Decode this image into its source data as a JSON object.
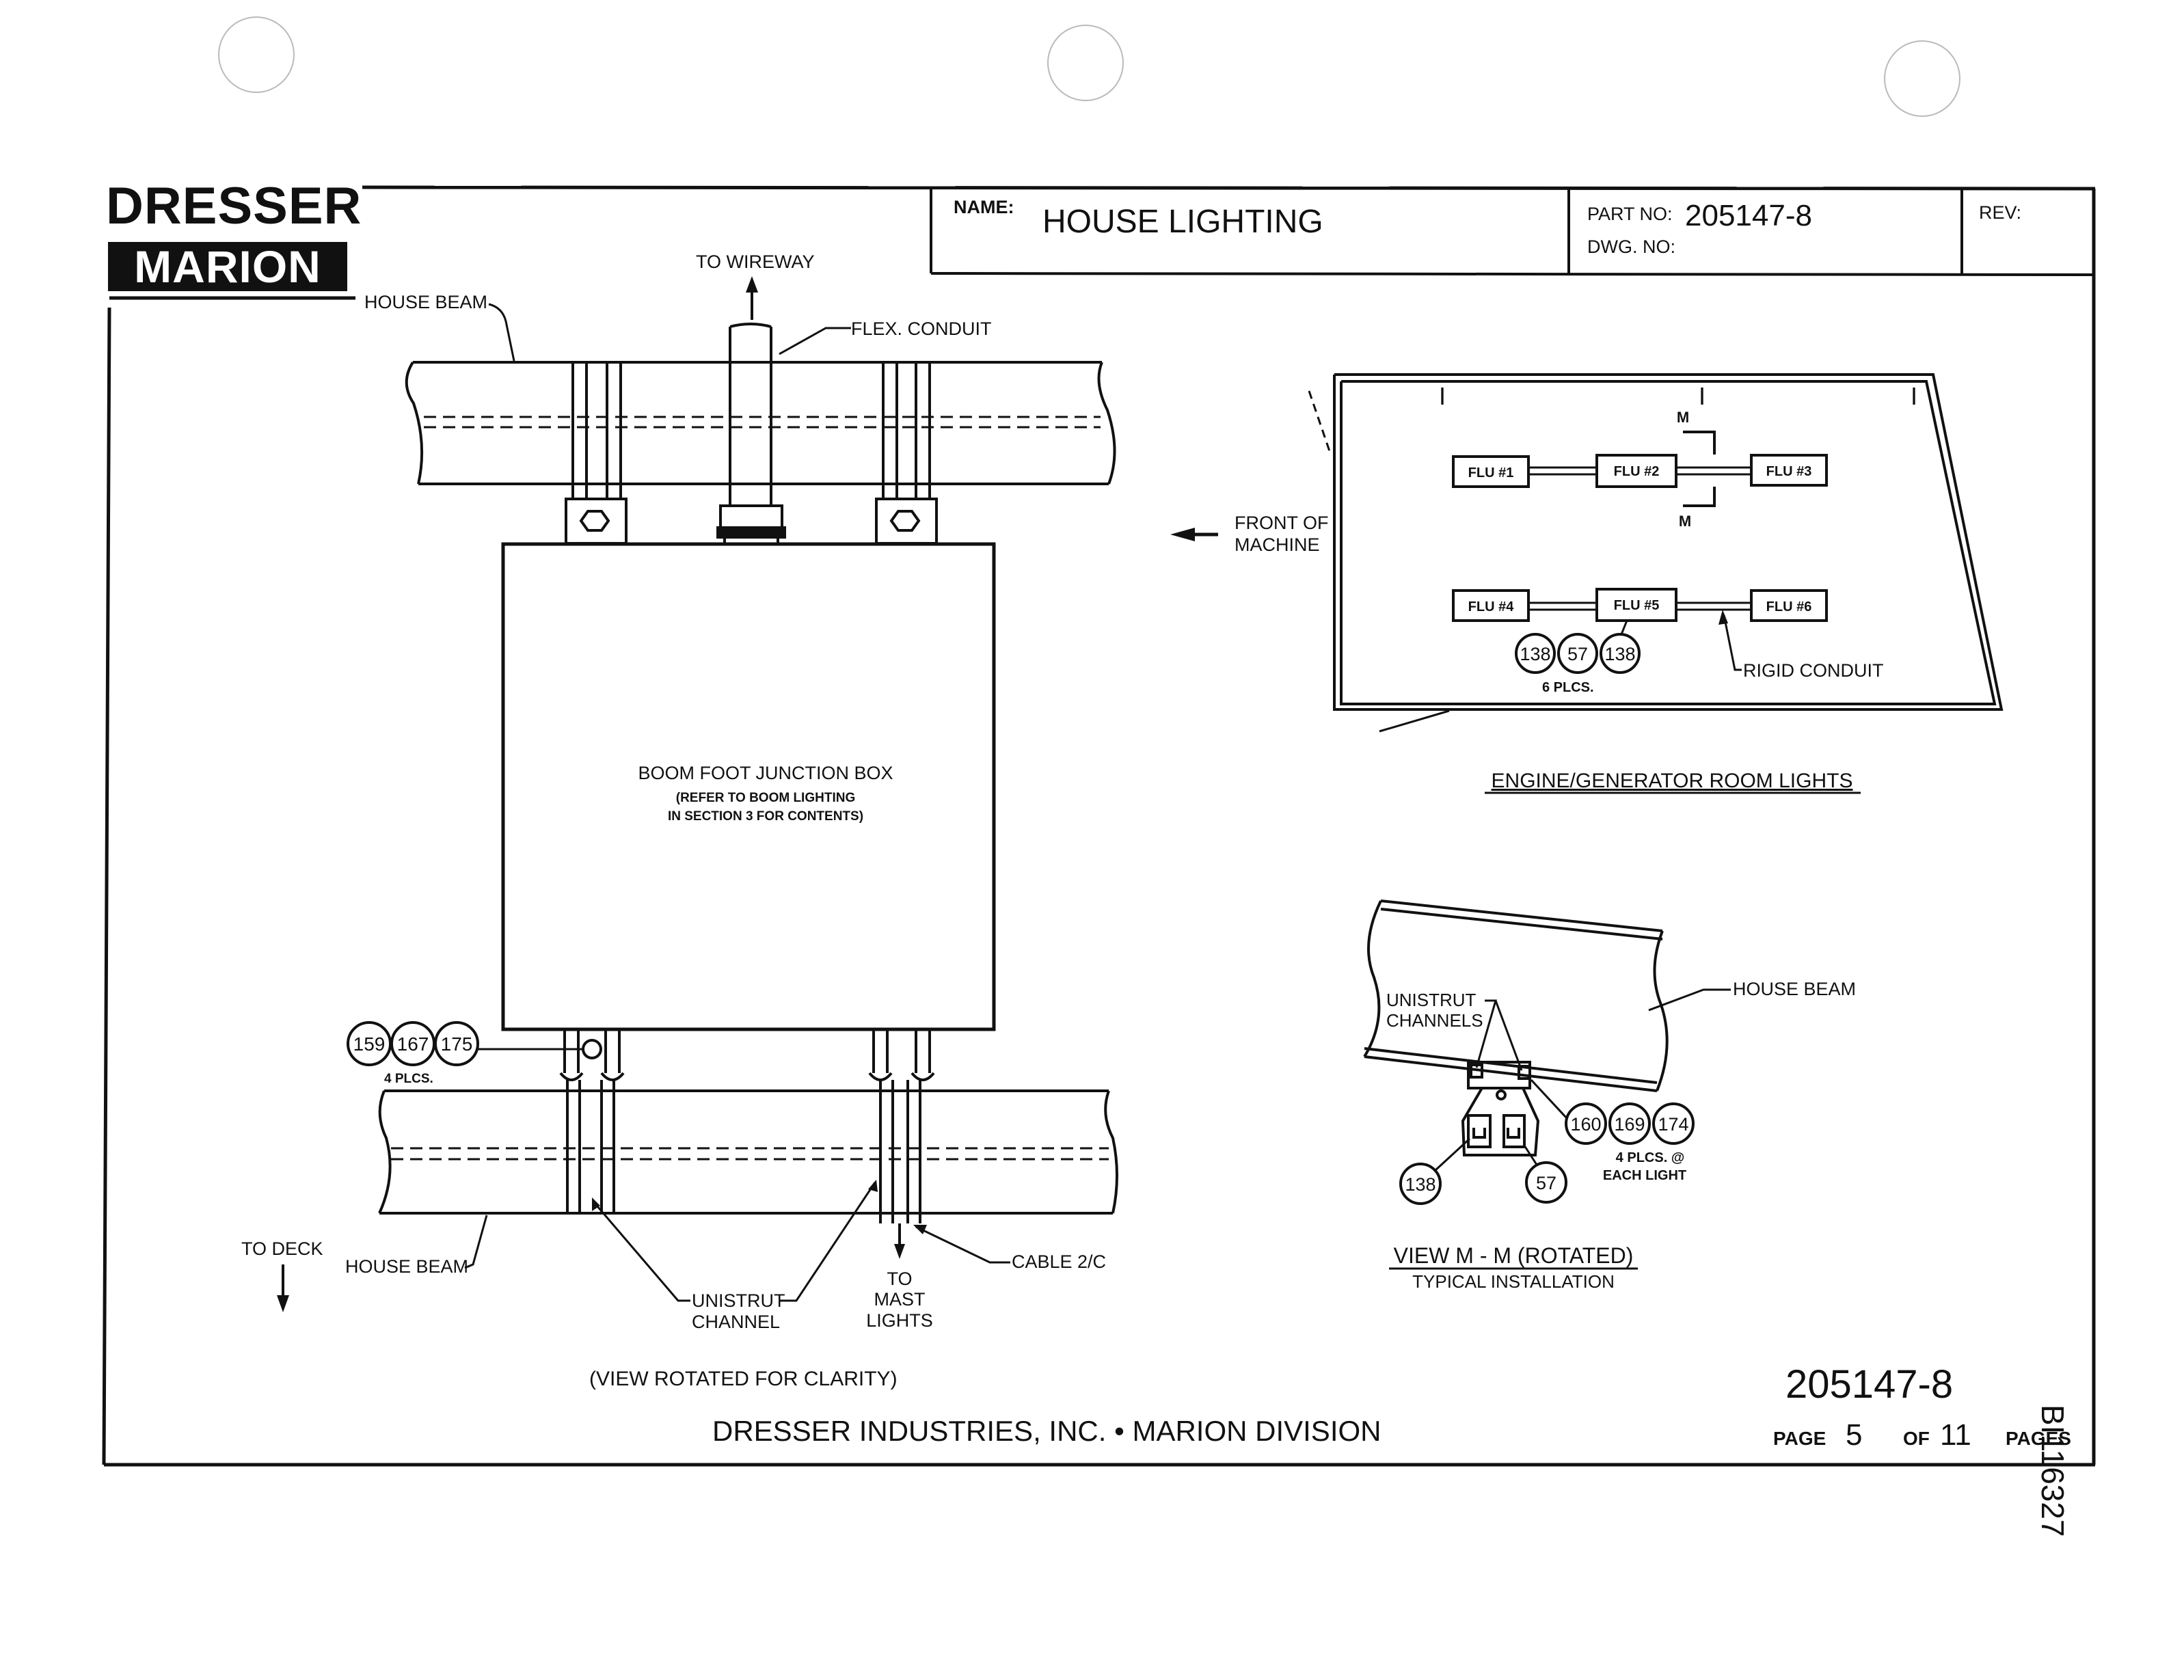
{
  "logo": {
    "line1": "DRESSER",
    "line2": "MARION"
  },
  "title_block": {
    "name_label": "NAME:",
    "name_value": "HOUSE LIGHTING",
    "part_label": "PART NO:",
    "part_value": "205147-8",
    "dwg_label": "DWG. NO:",
    "rev_label": "REV:"
  },
  "left_view": {
    "to_wireway": "TO WIREWAY",
    "house_beam_top": "HOUSE BEAM",
    "flex_conduit": "FLEX. CONDUIT",
    "junction_box": {
      "line1": "BOOM FOOT JUNCTION BOX",
      "line2": "(REFER TO BOOM LIGHTING",
      "line3": "IN SECTION 3 FOR CONTENTS)"
    },
    "callouts": [
      "159",
      "167",
      "175"
    ],
    "callout_qty": "4 PLCS.",
    "to_deck": "TO DECK",
    "house_beam_bottom": "HOUSE BEAM",
    "unistrut_line1": "UNISTRUT",
    "unistrut_line2": "CHANNEL",
    "to_mast_1": "TO",
    "to_mast_2": "MAST",
    "to_mast_3": "LIGHTS",
    "cable": "CABLE 2/C",
    "view_note": "(VIEW ROTATED FOR CLARITY)"
  },
  "room_view": {
    "front_1": "FRONT OF",
    "front_2": "MACHINE",
    "section_mark": "M",
    "fixtures": [
      "FLU #1",
      "FLU #2",
      "FLU #3",
      "FLU #4",
      "FLU #5",
      "FLU #6"
    ],
    "callouts": [
      "138",
      "57",
      "138"
    ],
    "callout_qty": "6 PLCS.",
    "rigid_conduit": "RIGID CONDUIT",
    "beam_mark": "I",
    "title": "ENGINE/GENERATOR ROOM LIGHTS"
  },
  "detail_view": {
    "unistrut_1": "UNISTRUT",
    "unistrut_2": "CHANNELS",
    "house_beam": "HOUSE BEAM",
    "callouts_a": [
      "160",
      "169",
      "174"
    ],
    "qty_1": "4 PLCS. @",
    "qty_2": "EACH LIGHT",
    "callout_b": "138",
    "callout_c": "57",
    "title": "VIEW M - M (ROTATED)",
    "subtitle": "TYPICAL INSTALLATION"
  },
  "footer": {
    "company": "DRESSER INDUSTRIES, INC. • MARION DIVISION",
    "drawing_number": "205147-8",
    "page_label": "PAGE",
    "page_number": "5",
    "of_label": "OF",
    "page_total": "11",
    "pages_label": "PAGES",
    "side_id": "BI116327"
  }
}
